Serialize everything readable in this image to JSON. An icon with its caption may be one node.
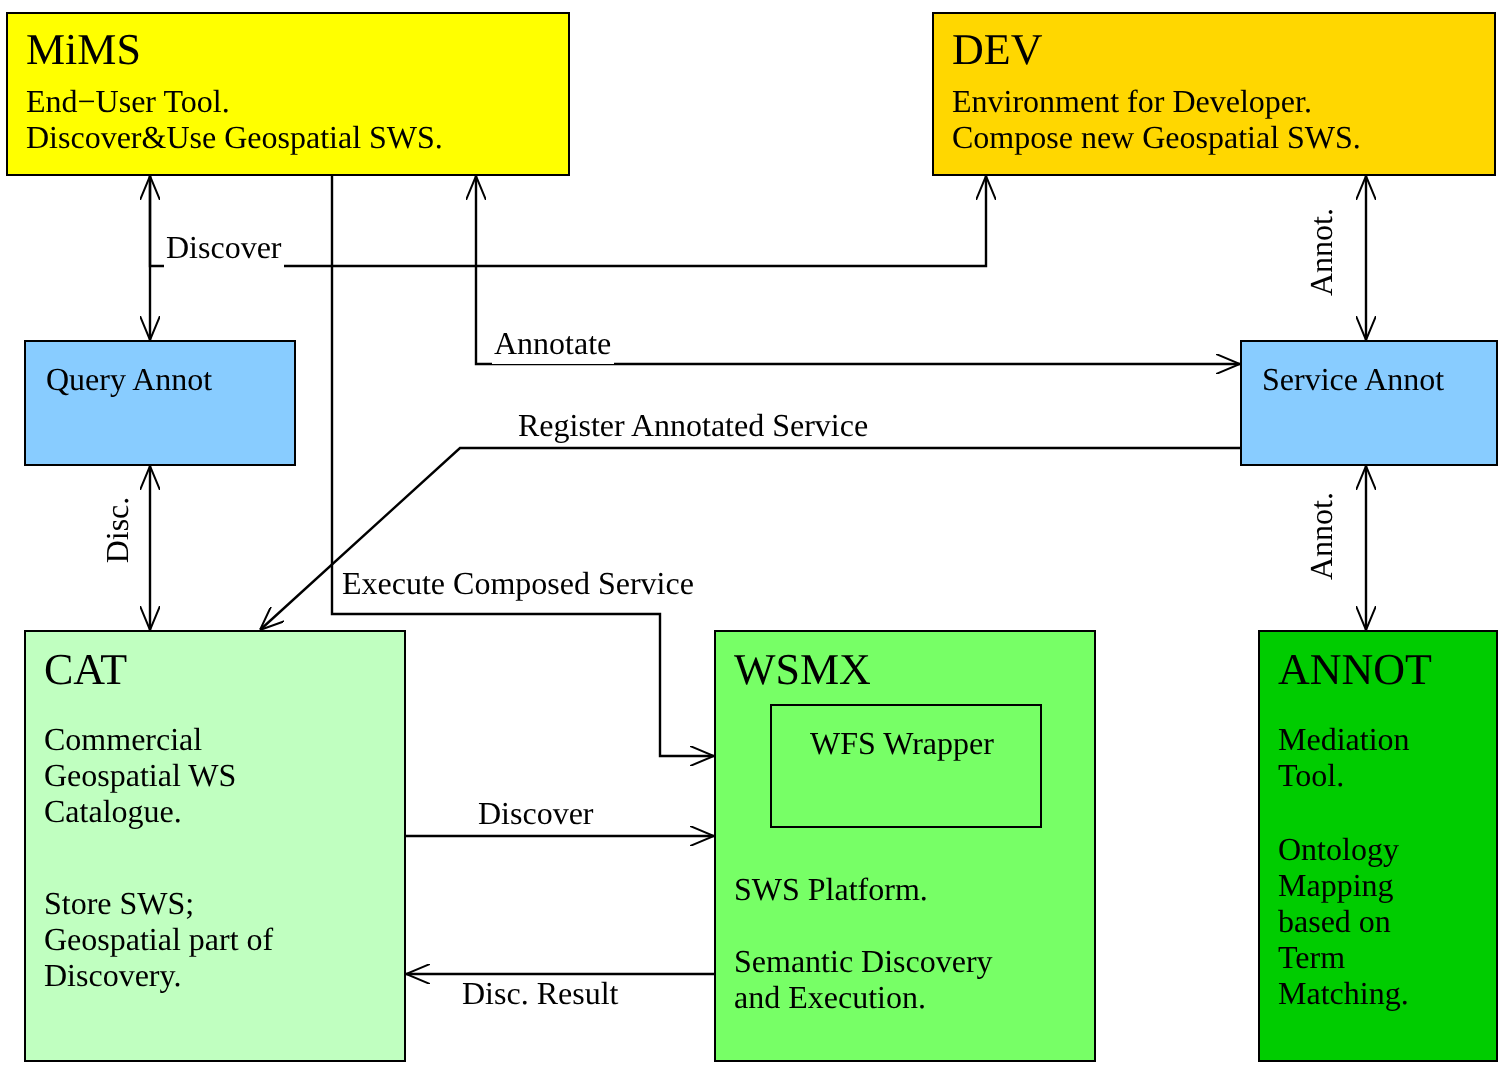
{
  "diagram": {
    "nodes": [
      {
        "text": [
          "MiMS",
          "End−User Tool.",
          "Discover&Use Geospatial SWS."
        ]
      },
      {
        "text": [
          "DEV",
          "Environment for Developer.",
          "Compose new Geospatial SWS."
        ]
      },
      {
        "text": [
          "Query Annot"
        ]
      },
      {
        "text": [
          "Service Annot"
        ]
      },
      {
        "text": [
          "CAT",
          "Commercial Geospatial WS Catalogue.",
          "Store SWS; Geospatial part of Discovery."
        ]
      },
      {
        "text": [
          "WSMX",
          "SWS Platform.",
          "Semantic Discovery and Execution."
        ]
      },
      {
        "text": [
          "WFS Wrapper"
        ],
        "in": 5
      },
      {
        "text": [
          "ANNOT",
          "Mediation Tool.",
          "Ontology Mapping based on Term Matching."
        ]
      }
    ],
    "edges": [
      {
        "from": 0,
        "to": 2,
        "arrow": "both",
        "label": "Discover"
      },
      {
        "from": 0,
        "to": 1,
        "arrow": "to"
      },
      {
        "from": 0,
        "to": 3,
        "arrow": "both",
        "label": "Annotate"
      },
      {
        "from": 1,
        "to": 3,
        "arrow": "both",
        "label": "Annot."
      },
      {
        "from": 3,
        "to": 4,
        "arrow": "to",
        "label": "Register Annotated Service"
      },
      {
        "from": 2,
        "to": 4,
        "arrow": "both",
        "label": "Disc."
      },
      {
        "from": 0,
        "to": 5,
        "arrow": "to",
        "label": "Execute Composed Service"
      },
      {
        "from": 4,
        "to": 5,
        "arrow": "to",
        "label": "Discover"
      },
      {
        "from": 5,
        "to": 4,
        "arrow": "to",
        "label": "Disc. Result"
      },
      {
        "from": 3,
        "to": 7,
        "arrow": "both",
        "label": "Annot."
      }
    ]
  }
}
